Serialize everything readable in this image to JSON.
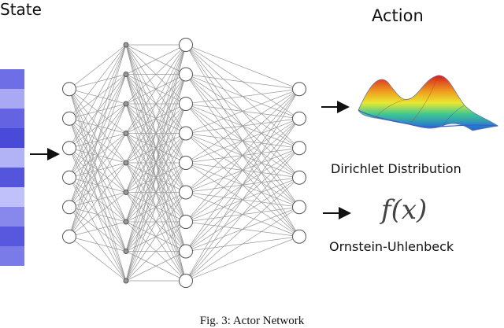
{
  "labels": {
    "state": "State",
    "action": "Action",
    "dirichlet": "Dirichlet Distribution",
    "fx": "f(x)",
    "ornstein": "Ornstein-Uhlenbeck",
    "caption": "Fig. 3: Actor Network"
  },
  "colors": {
    "edge": "#9a9a9a",
    "node_stroke": "#555555",
    "arrow": "#111111",
    "state_cells": [
      "#6e6ee6",
      "#a8a8f4",
      "#6464e2",
      "#4a4ad8",
      "#b2b2f6",
      "#5454dc",
      "#c0c0fa",
      "#8888ec",
      "#5858de",
      "#7a7ae8"
    ]
  },
  "network": {
    "layers": [
      6,
      9,
      9,
      6
    ],
    "icon": "neural-network-diagram"
  },
  "icons": {
    "surface": "3d-surface-plot-icon",
    "function": "function-fx-icon"
  }
}
